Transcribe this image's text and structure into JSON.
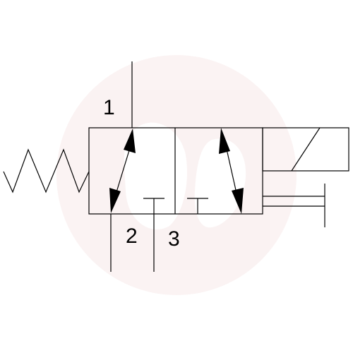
{
  "diagram": {
    "ports": {
      "pressure": "1",
      "outlet": "2",
      "exhaust": "3"
    }
  },
  "colors": {
    "line": "#000000",
    "watermark": "#f3dede",
    "background": "#ffffff"
  },
  "icons": {
    "actuator_left": "spring-return-icon",
    "actuator_right": "solenoid-icon",
    "watermark": "watermark-logo-icon"
  }
}
